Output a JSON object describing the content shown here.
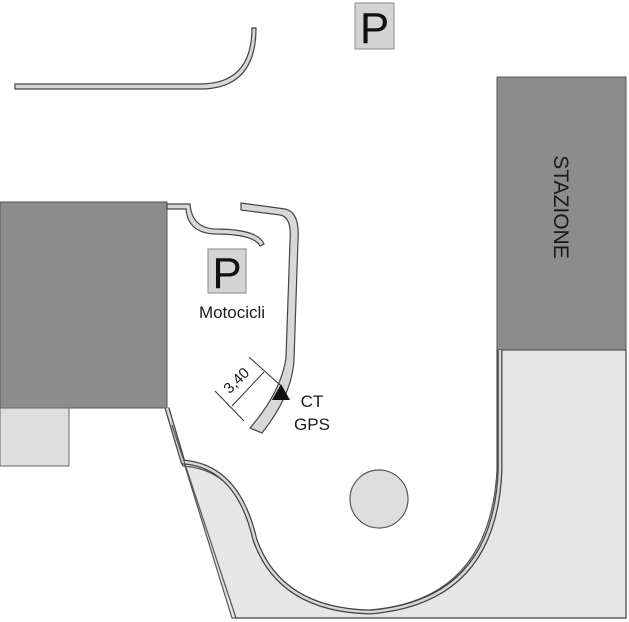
{
  "map": {
    "parking_top": {
      "letter": "P"
    },
    "parking_moto": {
      "letter": "P",
      "label": "Motocicli"
    },
    "station": {
      "label": "STAZIONE"
    },
    "dimension": {
      "value": "3,40"
    },
    "marker": {
      "line1": "CT",
      "line2": "GPS"
    }
  },
  "colors": {
    "building": "#8c8c8c",
    "paved_area": "#e6e6e6",
    "curb": "#d8d8d8",
    "sign_bg": "#d4d4d4",
    "marker": "#111111"
  }
}
